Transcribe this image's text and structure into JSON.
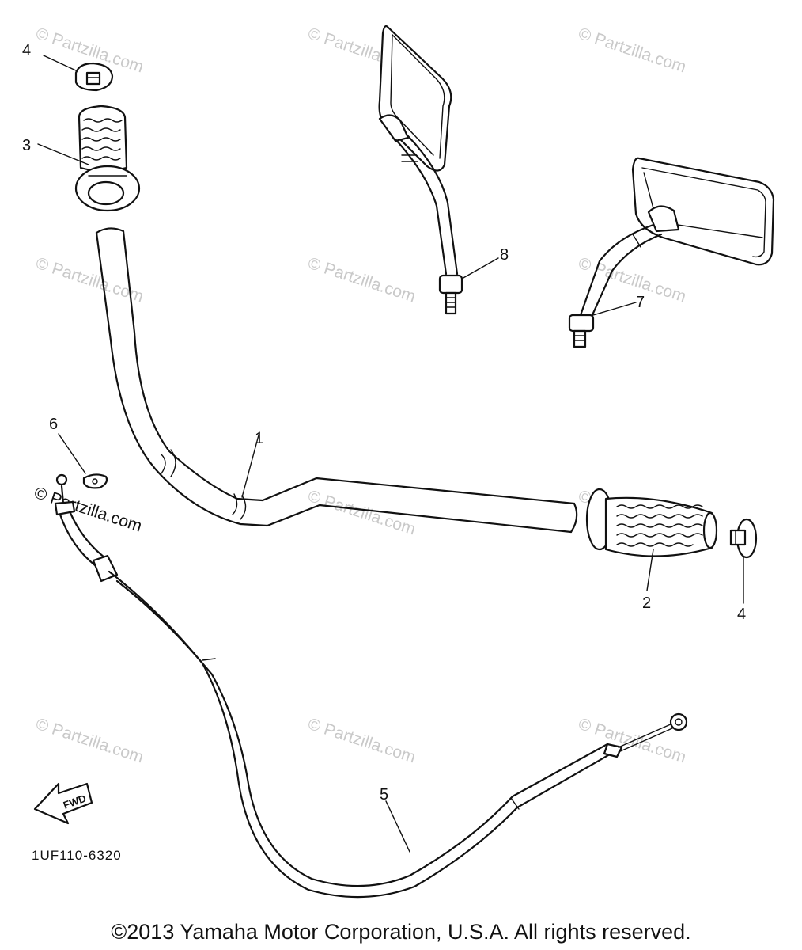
{
  "watermark": "© Partzilla.com",
  "watermark_inline": "© Partzilla.com",
  "callouts": {
    "c1": "1",
    "c2": "2",
    "c3": "3",
    "c4a": "4",
    "c4b": "4",
    "c5": "5",
    "c6": "6",
    "c7": "7",
    "c8": "8"
  },
  "fwd_label": "FWD",
  "diagram_code": "1UF110-6320",
  "copyright": "©2013 Yamaha Motor Corporation, U.S.A. All rights reserved."
}
